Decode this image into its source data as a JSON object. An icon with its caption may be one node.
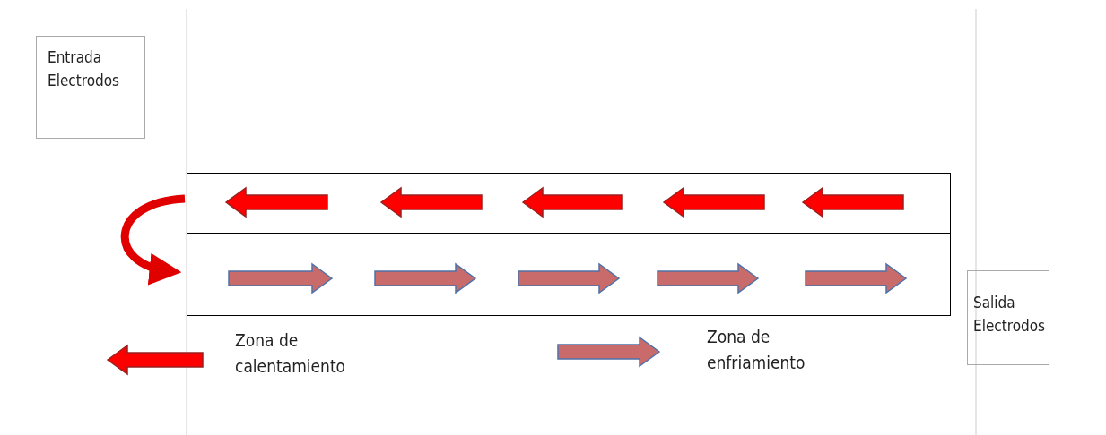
{
  "diagram": {
    "nodes": [
      {
        "text": [
          "Entrada Electrodos"
        ]
      },
      {
        "text": [],
        "shape": "box"
      },
      {
        "text": [],
        "shape": "box"
      },
      {
        "text": [
          "Salida Electrodos"
        ]
      }
    ],
    "edges": [
      {
        "from": 1,
        "to": 2,
        "arrow": "to"
      }
    ],
    "legend": [
      {
        "text": "Zona de calentamiento"
      },
      {
        "text": "Zona de enfriamiento"
      }
    ]
  }
}
